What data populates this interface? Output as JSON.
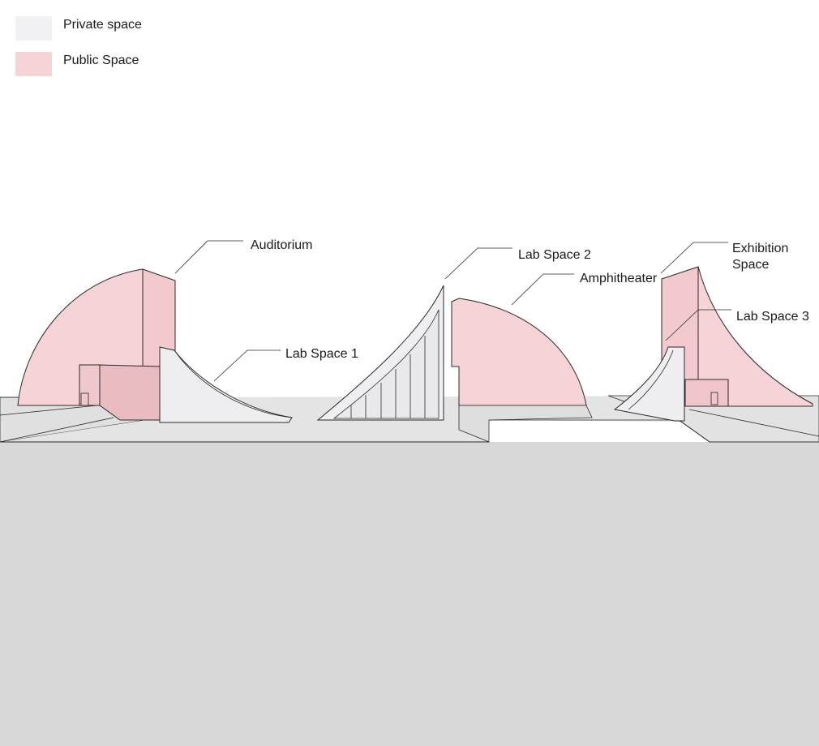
{
  "colors": {
    "private": "#f1f1f3",
    "public": "#f5d3d6",
    "ground": "#d8d8d8",
    "stroke": "#2a2a2a"
  },
  "legend": [
    {
      "label": "Private space",
      "color": "#f1f1f3"
    },
    {
      "label": "Public Space",
      "color": "#f5d3d6"
    }
  ],
  "labels": {
    "auditorium": "Auditorium",
    "lab_space_1": "Lab Space 1",
    "lab_space_2": "Lab Space 2",
    "amphitheater": "Amphitheater",
    "exhibition_space_line1": "Exhibition",
    "exhibition_space_line2": "Space",
    "lab_space_3": "Lab Space 3"
  }
}
